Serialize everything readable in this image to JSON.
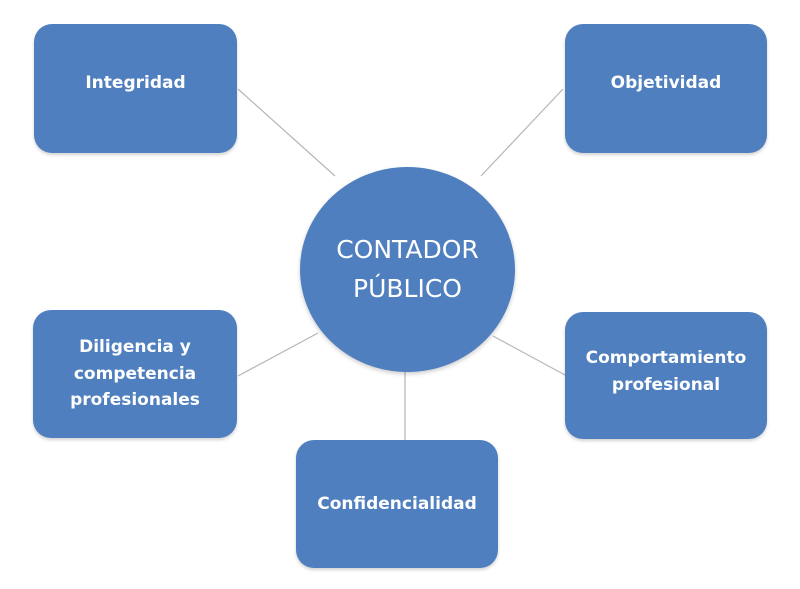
{
  "diagram": {
    "center": {
      "label": "CONTADOR\nPÚBLICO"
    },
    "nodes": [
      {
        "id": "tl",
        "label": "Integridad"
      },
      {
        "id": "tr",
        "label": "Objetividad"
      },
      {
        "id": "ml",
        "label": "Diligencia y\ncompetencia\nprofesionales"
      },
      {
        "id": "mr",
        "label": "Comportamiento\nprofesional"
      },
      {
        "id": "b",
        "label": "Confidencialidad"
      }
    ],
    "colors": {
      "box_fill": "#4f7fbe",
      "text": "#ffffff",
      "connector": "#b5b5b5"
    }
  }
}
